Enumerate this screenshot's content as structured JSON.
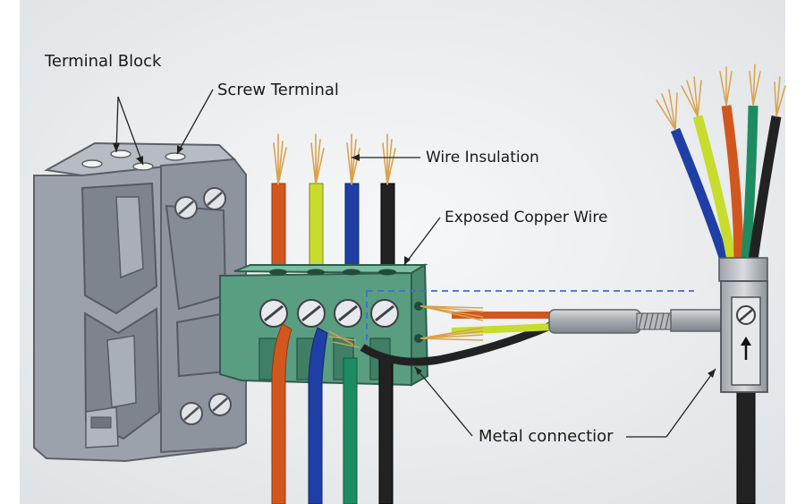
{
  "labels": {
    "terminal_block": "Terminal Block",
    "screw_terminal": "Screw Terminal",
    "wire_insulation": "Wire Insulation",
    "exposed_copper_wire": "Exposed Copper Wire",
    "metal_connector": "Metal connectior"
  },
  "colors": {
    "background": "#e9ebed",
    "housing_grey": "#9aa1ab",
    "connector_green": "#5a9e82",
    "wire_orange": "#d2571e",
    "wire_yellow_green": "#c7dc2c",
    "wire_blue": "#1f3fa6",
    "wire_black": "#222222",
    "wire_green": "#1e8c62",
    "copper": "#d9a24a",
    "guide_line": "#3b6fd1"
  }
}
